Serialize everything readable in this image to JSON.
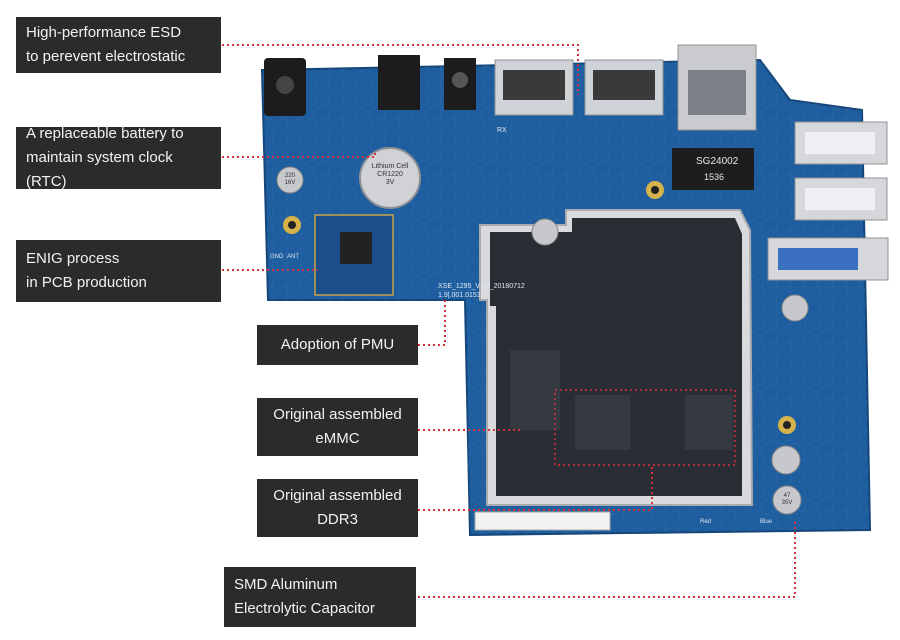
{
  "callouts": {
    "esd": "High-performance ESD\nto perevent electrostatic",
    "battery": "A replaceable battery to\nmaintain system clock (RTC)",
    "enig": "ENIG process\nin PCB production",
    "pmu": "Adoption of PMU",
    "emmc": "Original assembled\neMMC",
    "ddr3": "Original assembled\nDDR3",
    "capacitor": "SMD Aluminum\nElectrolytic Capacitor"
  },
  "board_text": {
    "version": "XSE_1295_V1.0_20180712",
    "code": "1.9|.001.0153",
    "battery_text": "Lithium Cell\nCR1220\n3V",
    "chip_name": "SG24002",
    "chip_num": "1536",
    "ant": "ANT",
    "gnd": "GND",
    "rx": "RX",
    "red": "Red",
    "blue": "Blue",
    "cap_a": "220\n16V",
    "cap_b": "47\n35V"
  },
  "colors": {
    "pcb": "#1f5e9e",
    "pcb_dark": "#15467a",
    "heatsink": "#2a2d33",
    "label_bg": "#2b2b2b",
    "dotted_line": "#d9303a"
  }
}
